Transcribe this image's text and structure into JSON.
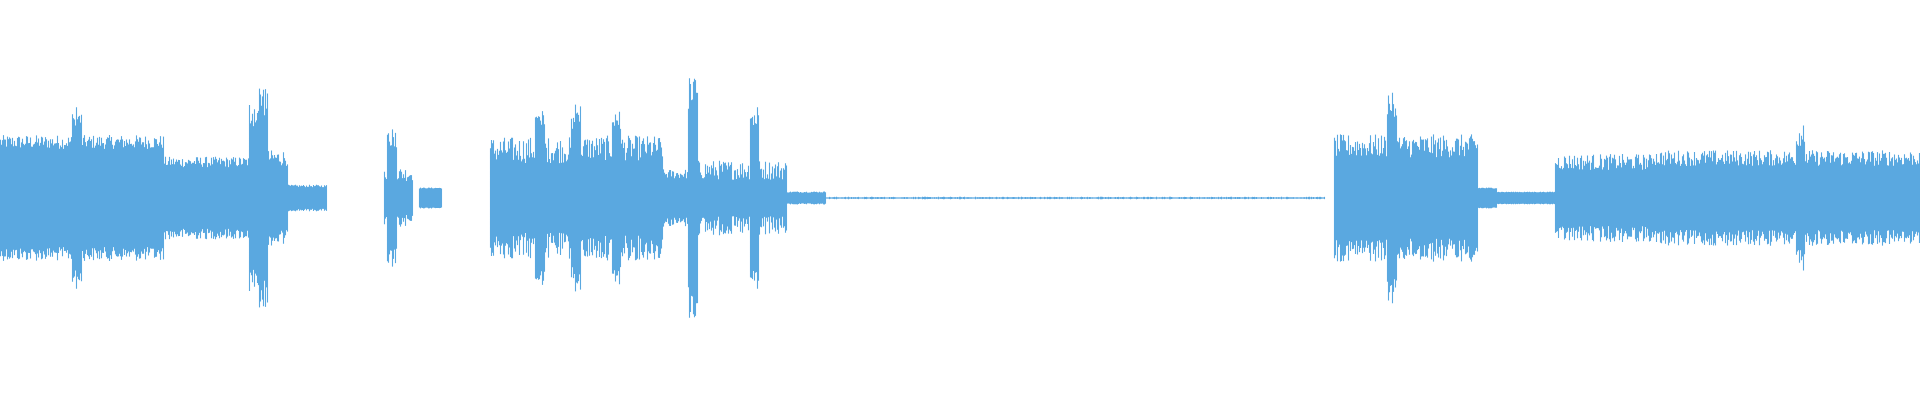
{
  "waveform": {
    "color": "#5aa8e0",
    "background": "#ffffff",
    "sample_count": 1920,
    "segments": [
      {
        "start": 0.0,
        "end": 0.085,
        "level": 0.28,
        "variance": 0.25
      },
      {
        "start": 0.085,
        "end": 0.13,
        "level": 0.18,
        "variance": 0.3
      },
      {
        "start": 0.13,
        "end": 0.15,
        "level": 0.2,
        "variance": 0.4
      },
      {
        "start": 0.15,
        "end": 0.17,
        "level": 0.06,
        "variance": 0.2
      },
      {
        "start": 0.2,
        "end": 0.215,
        "level": 0.12,
        "variance": 0.6
      },
      {
        "start": 0.218,
        "end": 0.23,
        "level": 0.05,
        "variance": 0.1
      },
      {
        "start": 0.255,
        "end": 0.3,
        "level": 0.24,
        "variance": 0.55
      },
      {
        "start": 0.3,
        "end": 0.345,
        "level": 0.25,
        "variance": 0.5
      },
      {
        "start": 0.345,
        "end": 0.36,
        "level": 0.12,
        "variance": 0.4
      },
      {
        "start": 0.36,
        "end": 0.41,
        "level": 0.14,
        "variance": 0.7
      },
      {
        "start": 0.41,
        "end": 0.43,
        "level": 0.03,
        "variance": 0.2
      },
      {
        "start": 0.43,
        "end": 0.69,
        "level": 0.004,
        "variance": 1.0
      },
      {
        "start": 0.695,
        "end": 0.77,
        "level": 0.26,
        "variance": 0.45
      },
      {
        "start": 0.77,
        "end": 0.78,
        "level": 0.05,
        "variance": 0.1
      },
      {
        "start": 0.78,
        "end": 0.81,
        "level": 0.03,
        "variance": 0.1
      },
      {
        "start": 0.81,
        "end": 0.86,
        "level": 0.18,
        "variance": 0.45
      },
      {
        "start": 0.86,
        "end": 1.0,
        "level": 0.2,
        "variance": 0.4
      }
    ],
    "peaks": [
      {
        "at": 0.04,
        "level": 0.46
      },
      {
        "at": 0.132,
        "level": 0.5
      },
      {
        "at": 0.137,
        "level": 0.58
      },
      {
        "at": 0.204,
        "level": 0.36
      },
      {
        "at": 0.281,
        "level": 0.44
      },
      {
        "at": 0.3,
        "level": 0.48
      },
      {
        "at": 0.321,
        "level": 0.47
      },
      {
        "at": 0.361,
        "level": 0.61
      },
      {
        "at": 0.393,
        "level": 0.47
      },
      {
        "at": 0.725,
        "level": 0.58
      },
      {
        "at": 0.938,
        "level": 0.37
      }
    ]
  }
}
